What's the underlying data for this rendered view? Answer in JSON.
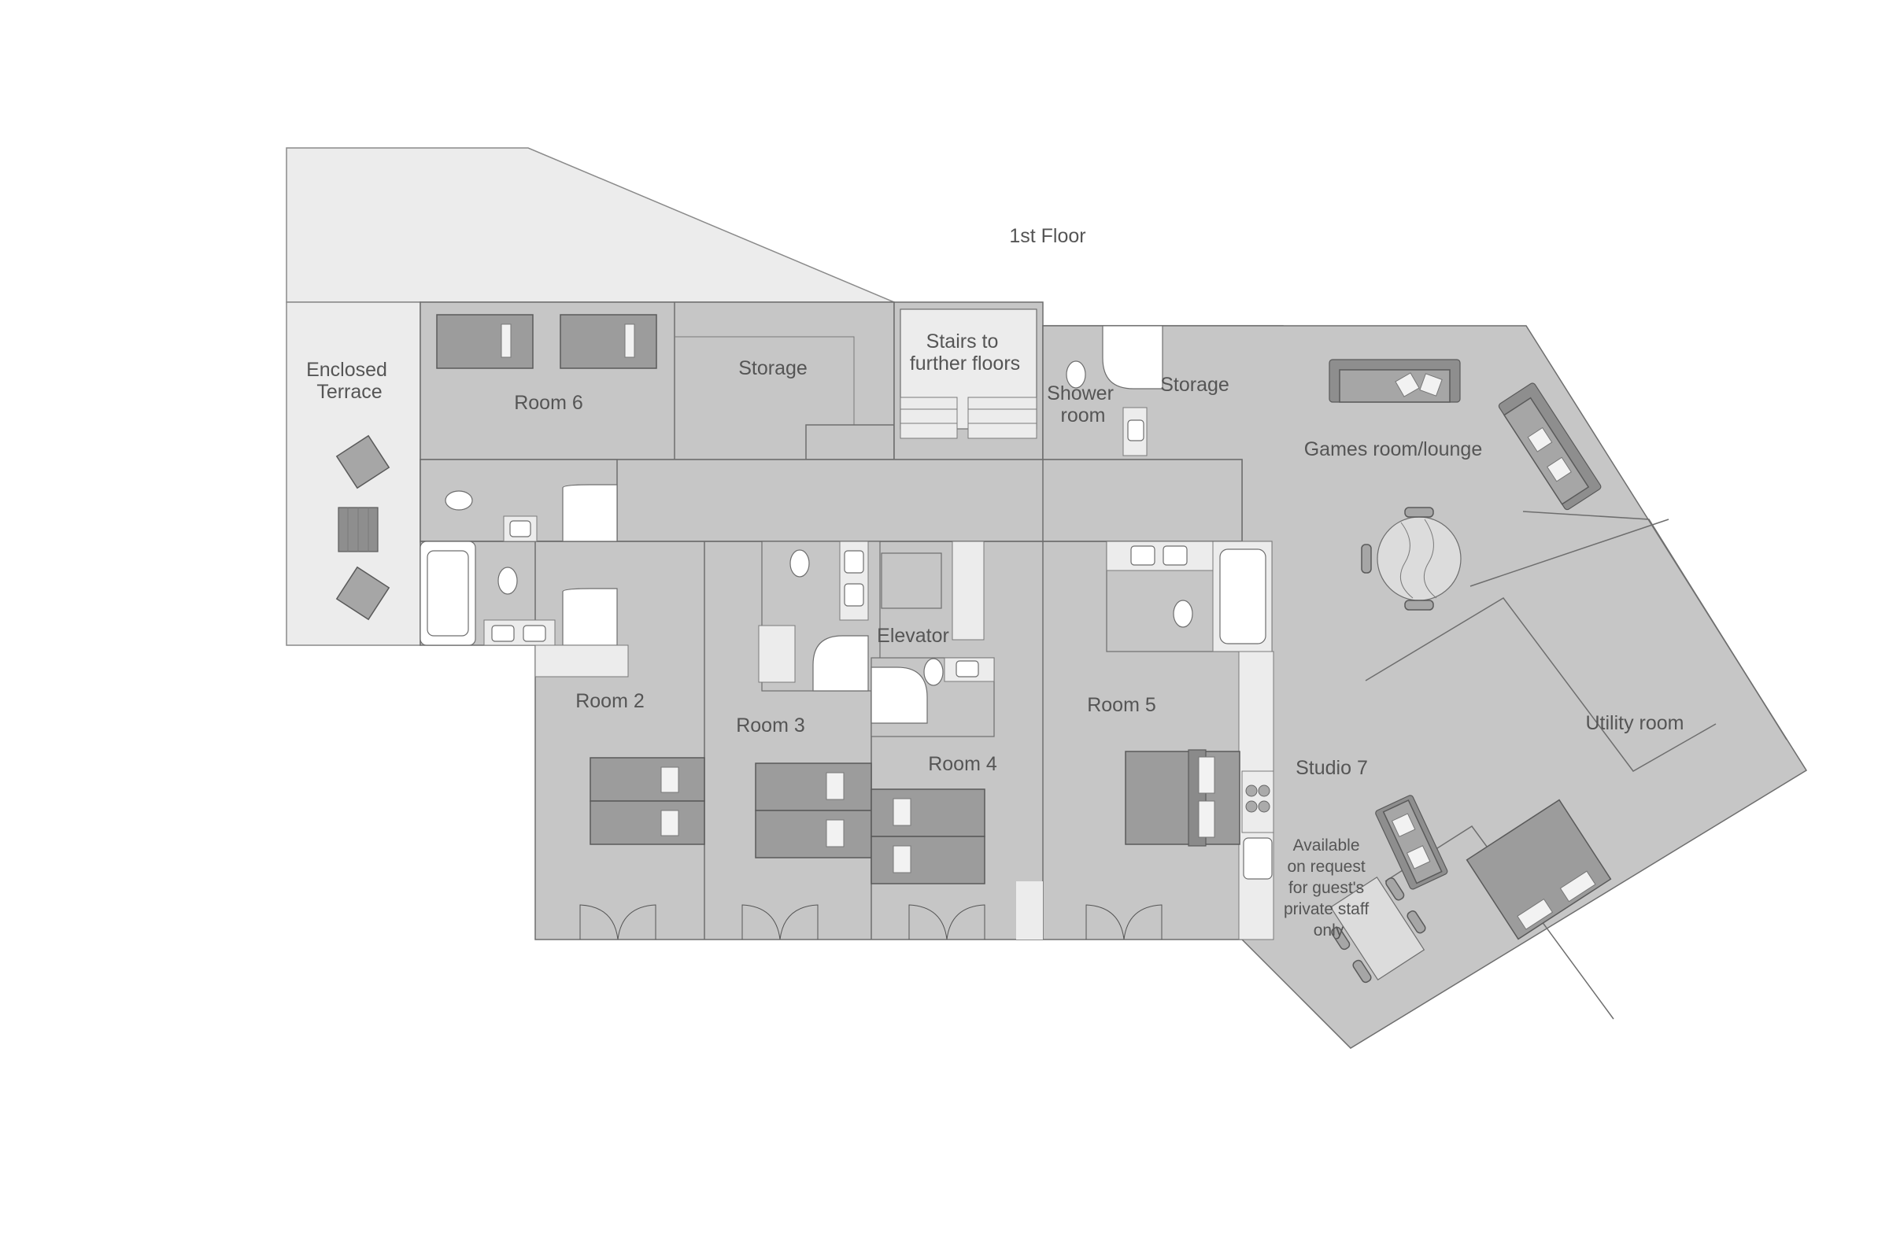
{
  "plan": {
    "title": "1st Floor",
    "rooms": {
      "terrace": [
        "Enclosed",
        "Terrace"
      ],
      "room6": "Room 6",
      "storage_west": "Storage",
      "stairs": [
        "Stairs to",
        "further floors"
      ],
      "shower_room": [
        "Shower",
        "room"
      ],
      "storage_east": "Storage",
      "games_room": "Games room/lounge",
      "elevator": "Elevator",
      "room2": "Room 2",
      "room3": "Room 3",
      "room4": "Room 4",
      "room5": "Room 5",
      "studio7": "Studio 7",
      "studio7_note": [
        "Available",
        "on request",
        "for guest's",
        "private staff",
        "only"
      ],
      "utility_room": "Utility room"
    },
    "colors": {
      "room_fill": "#c6c6c6",
      "exterior_fill": "#ececec",
      "wall": "#6e6e6e",
      "furniture_dark": "#9c9c9c",
      "label": "#555555"
    }
  }
}
